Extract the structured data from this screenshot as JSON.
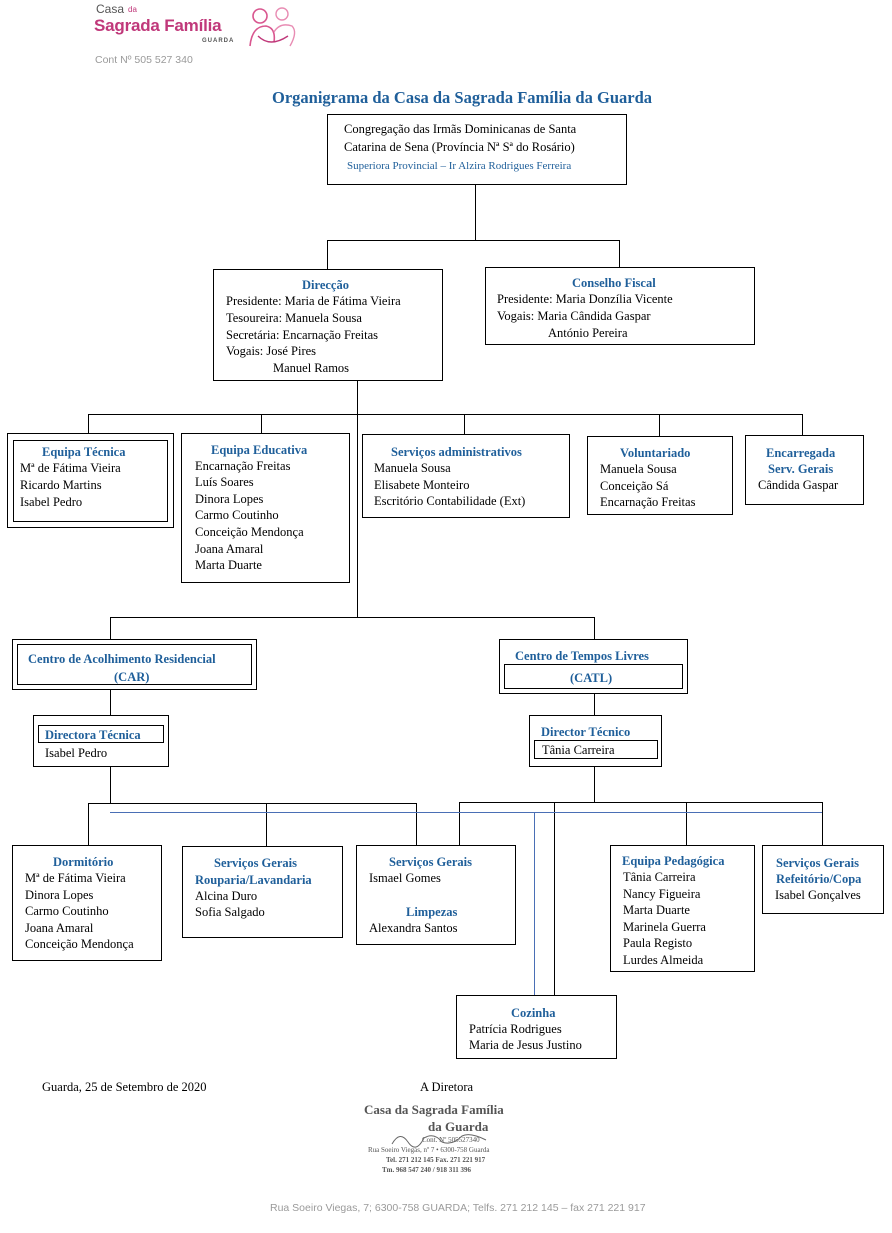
{
  "header": {
    "logo_small": "Casa",
    "logo_da": "da",
    "logo_main": "Sagrada Família",
    "logo_sub": "GUARDA",
    "cont": "Cont Nº 505 527 340"
  },
  "title": "Organigrama da Casa da Sagrada Família da Guarda",
  "top": {
    "line1": "Congregação das Irmãs Dominicanas de Santa",
    "line2": "Catarina de Sena (Província Nª Sª do Rosário)",
    "line3": "Superiora Provincial – Ir Alzira Rodrigues Ferreira"
  },
  "direccao": {
    "title": "Direcção",
    "lines": [
      "Presidente: Maria de Fátima Vieira",
      "Tesoureira: Manuela Sousa",
      "Secretária: Encarnação Freitas",
      "Vogais: José Pires",
      "Manuel Ramos"
    ]
  },
  "conselho": {
    "title": "Conselho Fiscal",
    "lines": [
      "Presidente: Maria Donzília Vicente",
      "Vogais: Maria Cândida Gaspar",
      "António Pereira"
    ]
  },
  "equipa_tecnica": {
    "title": "Equipa Técnica",
    "lines": [
      "Mª de Fátima Vieira",
      "Ricardo Martins",
      "Isabel Pedro"
    ]
  },
  "equipa_educativa": {
    "title": "Equipa Educativa",
    "lines": [
      "Encarnação Freitas",
      "Luís Soares",
      "Dinora Lopes",
      "Carmo Coutinho",
      "Conceição Mendonça",
      "Joana Amaral",
      "Marta Duarte"
    ]
  },
  "servicos_admin": {
    "title": "Serviços administrativos",
    "lines": [
      "Manuela Sousa",
      "Elisabete Monteiro",
      "Escritório Contabilidade (Ext)"
    ]
  },
  "voluntariado": {
    "title": "Voluntariado",
    "lines": [
      "Manuela Sousa",
      "Conceição Sá",
      "Encarnação Freitas"
    ]
  },
  "encarregada": {
    "title1": "Encarregada",
    "title2": "Serv. Gerais",
    "lines": [
      "Cândida Gaspar"
    ]
  },
  "car": {
    "title": "Centro de Acolhimento Residencial",
    "abbr": "(CAR)"
  },
  "catl": {
    "title": "Centro de Tempos Livres",
    "abbr": "(CATL)"
  },
  "directora_tecnica": {
    "title": "Directora Técnica",
    "lines": [
      "Isabel Pedro"
    ]
  },
  "director_tecnico": {
    "title": "Director Técnico",
    "lines": [
      "Tânia Carreira"
    ]
  },
  "dormitorio": {
    "title": "Dormitório",
    "lines": [
      "Mª de Fátima Vieira",
      "Dinora Lopes",
      "Carmo Coutinho",
      "Joana Amaral",
      "Conceição Mendonça"
    ]
  },
  "rouparia": {
    "title1": "Serviços Gerais",
    "title2": "Rouparia/Lavandaria",
    "lines": [
      "Alcina Duro",
      "Sofia Salgado"
    ]
  },
  "limpezas": {
    "title": "Serviços Gerais",
    "lines1": [
      "Ismael Gomes"
    ],
    "sub": "Limpezas",
    "lines2": [
      "Alexandra Santos"
    ]
  },
  "equipa_pedagogica": {
    "title": "Equipa Pedagógica",
    "lines": [
      "Tânia Carreira",
      "Nancy Figueira",
      "Marta Duarte",
      "Marinela Guerra",
      "Paula Registo",
      "Lurdes Almeida"
    ]
  },
  "refeitorio": {
    "title1": "Serviços Gerais",
    "title2": "Refeitório/Copa",
    "lines": [
      "Isabel Gonçalves"
    ]
  },
  "cozinha": {
    "title": "Cozinha",
    "lines": [
      "Patrícia Rodrigues",
      "Maria de Jesus Justino"
    ]
  },
  "signature": {
    "date": "Guarda, 25 de Setembro de 2020",
    "role": "A Diretora",
    "stamp1": "Casa da Sagrada Família",
    "stamp2": "da Guarda",
    "stamp3": "Cont. Nº 505527340",
    "stamp4": "Rua Soeiro Viegas, nº 7 • 6300-758 Guarda",
    "stamp5": "Tel. 271 212 145 Fax. 271 221 917",
    "stamp6": "Tm. 968 547 240 / 918 311 396"
  },
  "footer": "Rua Soeiro Viegas, 7;  6300-758 GUARDA; Telfs. 271 212 145 – fax 271 221 917",
  "colors": {
    "heading": "#1f5f9a",
    "blue_line": "#4a6fb5",
    "logo": "#c0387a"
  }
}
